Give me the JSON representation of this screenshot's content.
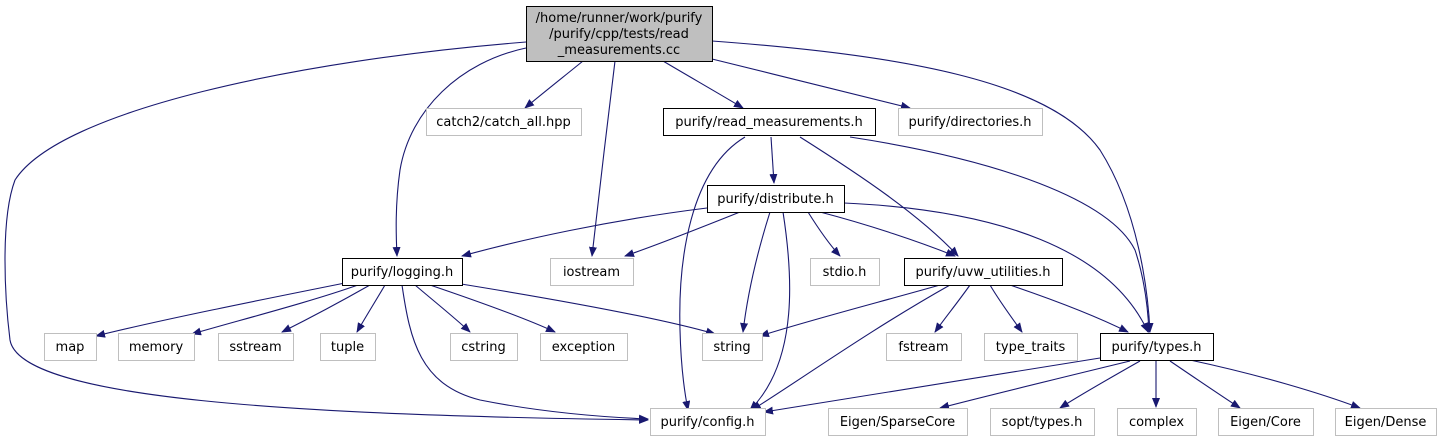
{
  "colors": {
    "edge": "#191970",
    "root_fill": "#bfbfbf",
    "root_border": "#000000",
    "documented_border": "#000000",
    "external_border": "#bfbfbf",
    "node_fill": "#ffffff"
  },
  "nodes": {
    "root": {
      "lines": [
        "/home/runner/work/purify",
        "/purify/cpp/tests/read",
        "_measurements.cc"
      ],
      "kind": "root"
    },
    "catch_all": {
      "lines": [
        "catch2/catch_all.hpp"
      ],
      "kind": "external"
    },
    "read_measurements": {
      "lines": [
        "purify/read_measurements.h"
      ],
      "kind": "documented"
    },
    "directories": {
      "lines": [
        "purify/directories.h"
      ],
      "kind": "external"
    },
    "distribute": {
      "lines": [
        "purify/distribute.h"
      ],
      "kind": "documented"
    },
    "logging": {
      "lines": [
        "purify/logging.h"
      ],
      "kind": "documented"
    },
    "iostream": {
      "lines": [
        "iostream"
      ],
      "kind": "external"
    },
    "stdio": {
      "lines": [
        "stdio.h"
      ],
      "kind": "external"
    },
    "uvw_utilities": {
      "lines": [
        "purify/uvw_utilities.h"
      ],
      "kind": "documented"
    },
    "map": {
      "lines": [
        "map"
      ],
      "kind": "external"
    },
    "memory": {
      "lines": [
        "memory"
      ],
      "kind": "external"
    },
    "sstream": {
      "lines": [
        "sstream"
      ],
      "kind": "external"
    },
    "tuple": {
      "lines": [
        "tuple"
      ],
      "kind": "external"
    },
    "cstring": {
      "lines": [
        "cstring"
      ],
      "kind": "external"
    },
    "exception": {
      "lines": [
        "exception"
      ],
      "kind": "external"
    },
    "string": {
      "lines": [
        "string"
      ],
      "kind": "external"
    },
    "fstream": {
      "lines": [
        "fstream"
      ],
      "kind": "external"
    },
    "type_traits": {
      "lines": [
        "type_traits"
      ],
      "kind": "external"
    },
    "types": {
      "lines": [
        "purify/types.h"
      ],
      "kind": "documented"
    },
    "config": {
      "lines": [
        "purify/config.h"
      ],
      "kind": "external"
    },
    "sparsecore": {
      "lines": [
        "Eigen/SparseCore"
      ],
      "kind": "external"
    },
    "sopt_types": {
      "lines": [
        "sopt/types.h"
      ],
      "kind": "external"
    },
    "complex": {
      "lines": [
        "complex"
      ],
      "kind": "external"
    },
    "eigen_core": {
      "lines": [
        "Eigen/Core"
      ],
      "kind": "external"
    },
    "eigen_dense": {
      "lines": [
        "Eigen/Dense"
      ],
      "kind": "external"
    }
  },
  "edges": [
    {
      "from": "root",
      "to": "catch_all"
    },
    {
      "from": "root",
      "to": "read_measurements"
    },
    {
      "from": "root",
      "to": "directories"
    },
    {
      "from": "root",
      "to": "iostream"
    },
    {
      "from": "root",
      "to": "logging"
    },
    {
      "from": "root",
      "to": "types"
    },
    {
      "from": "root",
      "to": "config"
    },
    {
      "from": "read_measurements",
      "to": "distribute"
    },
    {
      "from": "read_measurements",
      "to": "uvw_utilities"
    },
    {
      "from": "read_measurements",
      "to": "types"
    },
    {
      "from": "read_measurements",
      "to": "config"
    },
    {
      "from": "distribute",
      "to": "logging"
    },
    {
      "from": "distribute",
      "to": "iostream"
    },
    {
      "from": "distribute",
      "to": "stdio"
    },
    {
      "from": "distribute",
      "to": "uvw_utilities"
    },
    {
      "from": "distribute",
      "to": "string"
    },
    {
      "from": "distribute",
      "to": "config"
    },
    {
      "from": "distribute",
      "to": "types"
    },
    {
      "from": "logging",
      "to": "map"
    },
    {
      "from": "logging",
      "to": "memory"
    },
    {
      "from": "logging",
      "to": "sstream"
    },
    {
      "from": "logging",
      "to": "tuple"
    },
    {
      "from": "logging",
      "to": "cstring"
    },
    {
      "from": "logging",
      "to": "exception"
    },
    {
      "from": "logging",
      "to": "string"
    },
    {
      "from": "logging",
      "to": "config"
    },
    {
      "from": "uvw_utilities",
      "to": "string"
    },
    {
      "from": "uvw_utilities",
      "to": "fstream"
    },
    {
      "from": "uvw_utilities",
      "to": "type_traits"
    },
    {
      "from": "uvw_utilities",
      "to": "types"
    },
    {
      "from": "uvw_utilities",
      "to": "config"
    },
    {
      "from": "types",
      "to": "config"
    },
    {
      "from": "types",
      "to": "sparsecore"
    },
    {
      "from": "types",
      "to": "sopt_types"
    },
    {
      "from": "types",
      "to": "complex"
    },
    {
      "from": "types",
      "to": "eigen_core"
    },
    {
      "from": "types",
      "to": "eigen_dense"
    }
  ]
}
